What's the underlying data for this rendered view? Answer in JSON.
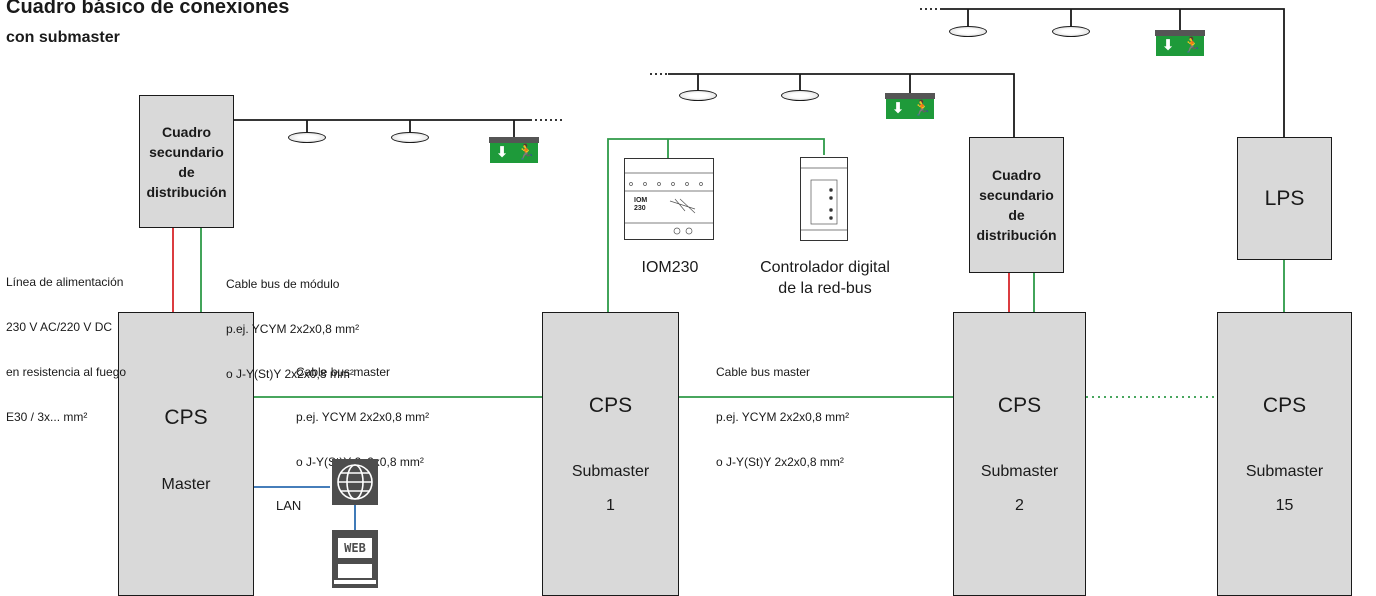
{
  "title": "Cuadro básico de conexiones",
  "subtitle": "con submaster",
  "distribution_label": "Cuadro secundario de distribución",
  "master": {
    "title": "CPS",
    "role": "Master"
  },
  "submasters": [
    {
      "title": "CPS",
      "role": "Submaster",
      "number": "1"
    },
    {
      "title": "CPS",
      "role": "Submaster",
      "number": "2"
    },
    {
      "title": "CPS",
      "role": "Submaster",
      "number": "15"
    }
  ],
  "lps_label": "LPS",
  "notes": {
    "power_lines": [
      "Línea de alimentación",
      "230 V AC/220 V DC",
      "en resistencia al fuego",
      "E30 / 3x... mm²"
    ],
    "module_bus": [
      "Cable bus de módulo",
      "p.ej. YCYM 2x2x0,8 mm²",
      "o J-Y(St)Y 2x2x0,8 mm²"
    ],
    "master_bus": [
      "Cable bus master",
      "p.ej. YCYM 2x2x0,8 mm²",
      "o J-Y(St)Y 2x2x0,8 mm²"
    ]
  },
  "devices": {
    "iom": "IOM230",
    "controller": "Controlador digital\nde la red-bus"
  },
  "lan_label": "LAN",
  "web_label": "WEB",
  "icons": [
    "ceiling-lamp-icon",
    "exit-sign-icon",
    "globe-icon",
    "web-browser-icon"
  ],
  "colors": {
    "power": "#d7262b",
    "bus": "#2e9a48",
    "exit": "#1e9a3a",
    "box_fill": "#d9d9d9",
    "lan": "#2b6cb0"
  }
}
